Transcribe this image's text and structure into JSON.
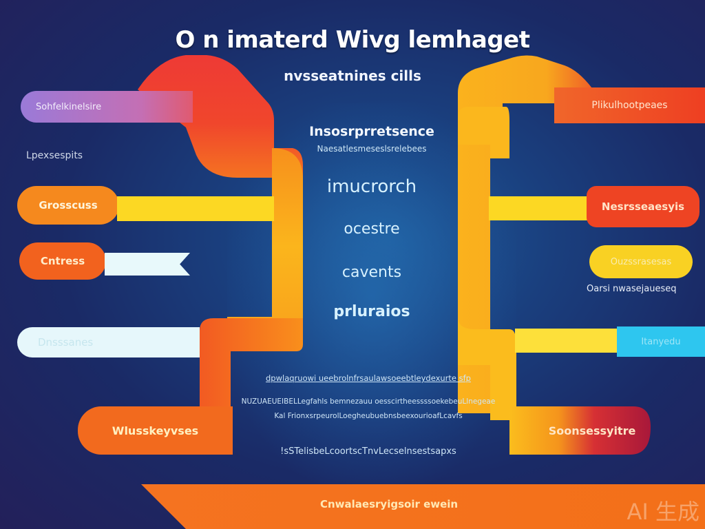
{
  "header": {
    "title": "O n imaterd Wivg lemhaget",
    "subtitle": "nvsseatnines cills"
  },
  "colors": {
    "background": "#1a2a66",
    "red": "#e8352e",
    "orange": "#f57a20",
    "yellow": "#fcc51e",
    "light_yellow": "#fde03a",
    "purple": "#9a7ad8",
    "light_cyan": "#e6f7fb",
    "cyan": "#2ec6ef",
    "crimson": "#b3193a"
  },
  "left_nodes": [
    {
      "label": "Sohfelkinelsire",
      "color": "#9a7ad8"
    },
    {
      "label": "Lpexsespits",
      "color": null
    },
    {
      "label": "Grosscuss",
      "color": "#f5891e"
    },
    {
      "label": "Cntress",
      "color": "#f2621e"
    },
    {
      "label": "Dnsssanes",
      "color": "#e6f7fb"
    },
    {
      "label": "Wlusskeyvses",
      "color": "#f26a1e"
    }
  ],
  "right_nodes": [
    {
      "label": "Plikulhootpeaes",
      "color": "#ee4a24"
    },
    {
      "label": "Nesrsseaesyis",
      "color": "#ed4423"
    },
    {
      "label": "Ouzssrasesas",
      "color": "#f9d123"
    },
    {
      "label": "Oarsi nwasejaueseq",
      "color": null
    },
    {
      "label": "Itanyedu",
      "color": "#2ec6ef"
    },
    {
      "label": "Soonsessyitre",
      "color": "#b3193a"
    }
  ],
  "center": {
    "heading": "Insosrprretsence",
    "subheading": "Naesatlesmeseslsrelebees",
    "words": [
      "imucrorch",
      "ocestre",
      "cavents",
      "prluraios"
    ],
    "paragraph_lines": [
      "dpwlaqruowi ueebrolnfrsaulawsoeebtleydexurte sfp",
      "NUZUAEUEIBELLegfahls bemnezauu oesscirtheessssoekebeuLlnegeae",
      "Kal FrionxsrpeurolLoegheubuebnsbeexourioafLcavfs",
      "!sSTelisbeLcoortscTnvLecselnsestsapxs"
    ]
  },
  "footer": {
    "banner_text": "Cnwalaesryigsoir ewein",
    "watermark": "AI 生成"
  }
}
